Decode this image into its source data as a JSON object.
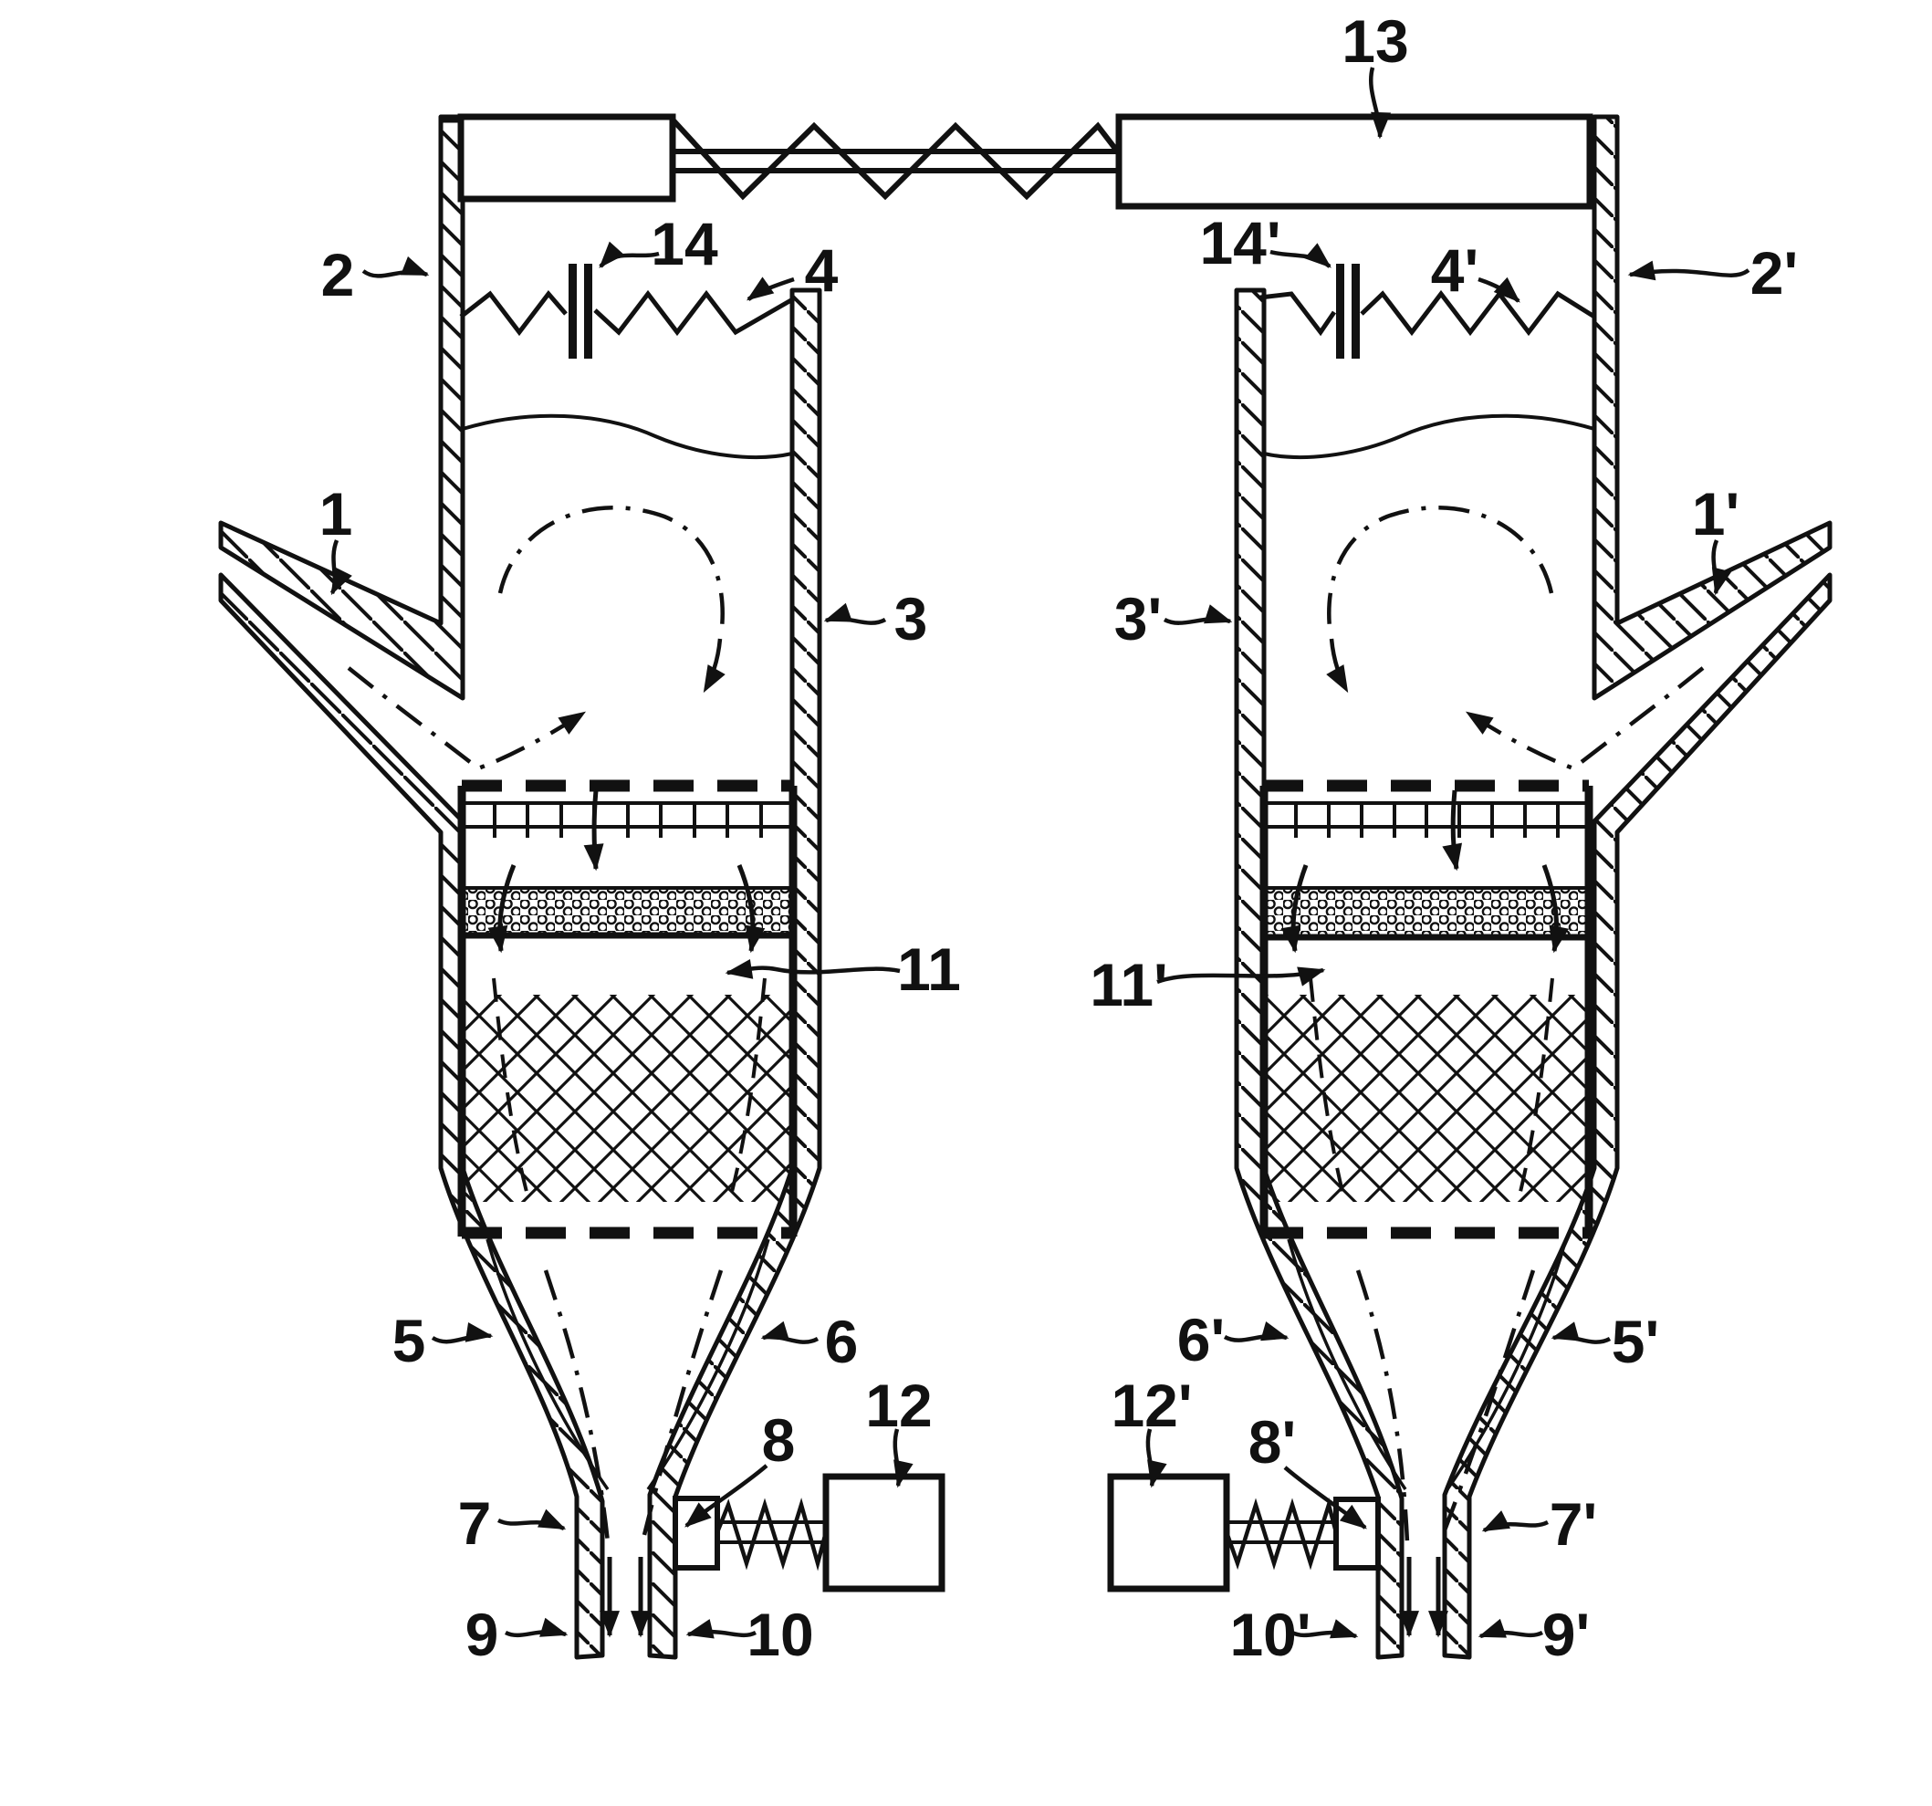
{
  "figure": {
    "kind": "patent-line-drawing",
    "ink": "#111111",
    "paper": "#ffffff"
  },
  "labels": {
    "n1": "1",
    "n2": "2",
    "n3": "3",
    "n4": "4",
    "n5": "5",
    "n6": "6",
    "n7": "7",
    "n8": "8",
    "n9": "9",
    "n10": "10",
    "n11": "11",
    "n12": "12",
    "n13": "13",
    "n14": "14",
    "p1": "1'",
    "p2": "2'",
    "p3": "3'",
    "p4": "4'",
    "p5": "5'",
    "p6": "6'",
    "p7": "7'",
    "p8": "8'",
    "p9": "9'",
    "p10": "10'",
    "p11": "11'",
    "p12": "12'",
    "p14": "14'"
  }
}
